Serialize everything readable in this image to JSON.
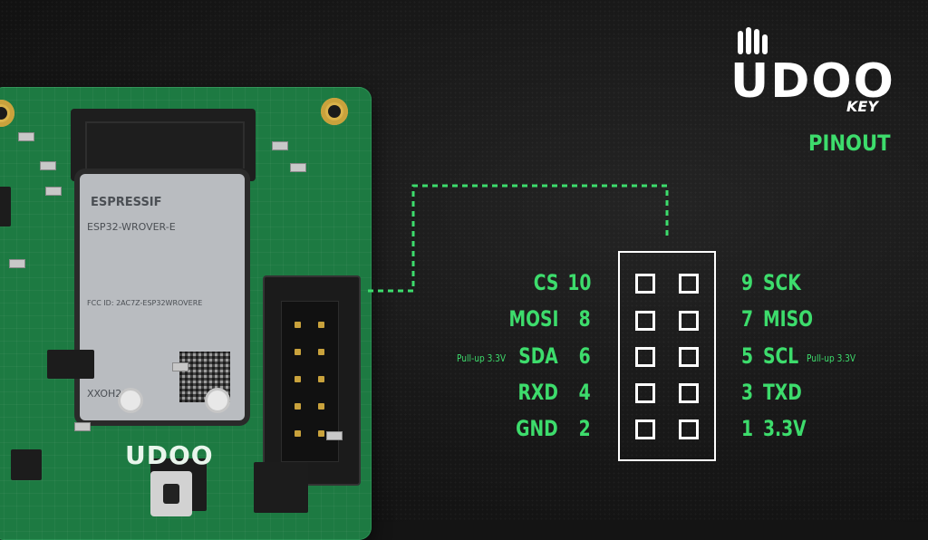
{
  "brand": {
    "logo_text": "UDOO",
    "logo_sub": "KEY",
    "pcb_logo": "UDOO"
  },
  "title": "PINOUT",
  "module": {
    "brand": "ESPRESSIF",
    "model": "ESP32-WROVER-E",
    "fcc": "FCC ID: 2AC7Z-ESP32WROVERE",
    "code": "XXOH28"
  },
  "pins_left": [
    {
      "name": "CS",
      "number": "10"
    },
    {
      "name": "MOSI",
      "number": "8"
    },
    {
      "name": "SDA",
      "number": "6"
    },
    {
      "name": "RXD",
      "number": "4"
    },
    {
      "name": "GND",
      "number": "2"
    }
  ],
  "pins_right": [
    {
      "number": "9",
      "name": "SCK"
    },
    {
      "number": "7",
      "name": "MISO"
    },
    {
      "number": "5",
      "name": "SCL"
    },
    {
      "number": "3",
      "name": "TXD"
    },
    {
      "number": "1",
      "name": "3.3V"
    }
  ],
  "notes": {
    "sda": "Pull-up 3.3V",
    "scl": "Pull-up 3.3V"
  },
  "colors": {
    "accent": "#3ddc6c",
    "pcb": "#1d7a42",
    "background": "#141414"
  }
}
